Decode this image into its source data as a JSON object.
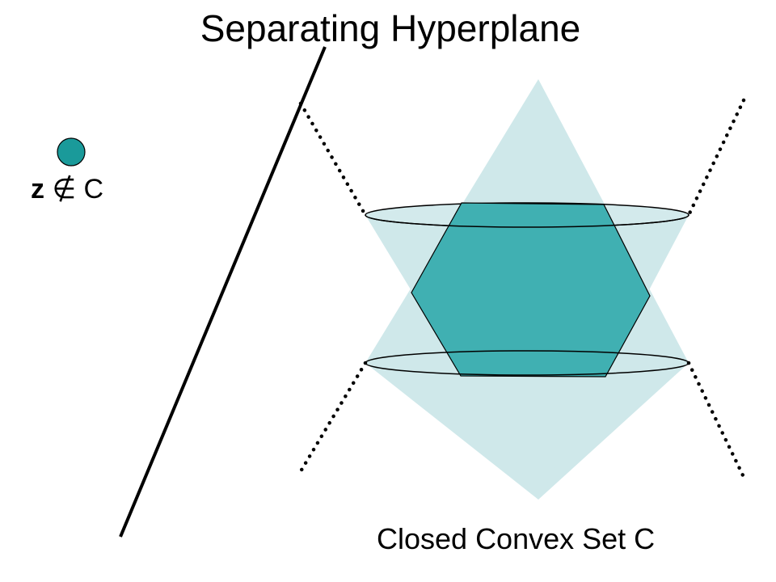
{
  "title": "Separating Hyperplane",
  "point": {
    "variable": "z",
    "relation": "∉",
    "set_name": "C",
    "color": "#1a9a9a"
  },
  "set_label": "Closed Convex Set C",
  "colors": {
    "cone_fill": "#cfe8ea",
    "set_fill": "#40b0b2",
    "ellipse_fill": "#d3eaec",
    "line": "#000000"
  }
}
